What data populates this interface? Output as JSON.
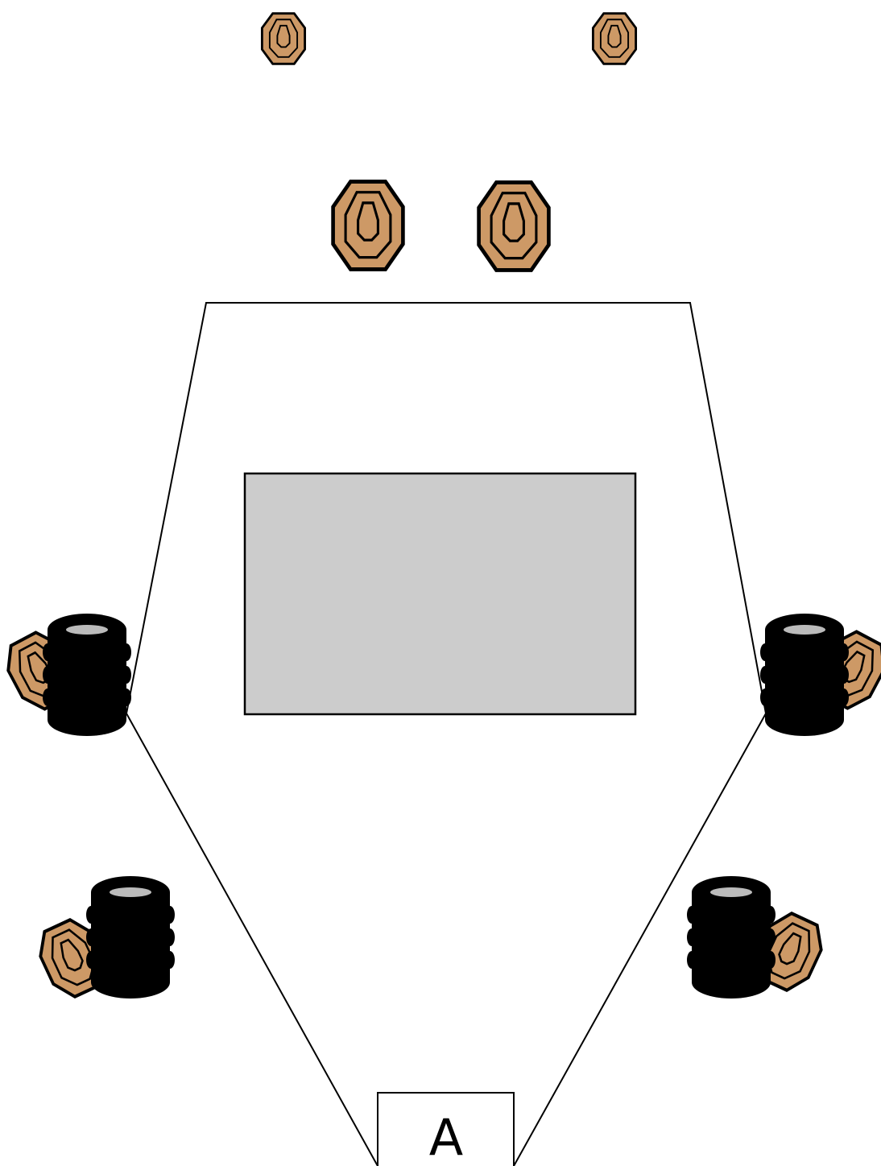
{
  "stage": {
    "start_box": {
      "label": "A"
    }
  },
  "colors": {
    "background": "#ffffff",
    "target_fill": "#cd9966",
    "target_stroke": "#000000",
    "barrel_fill": "#000000",
    "barrel_top": "#bbbbbb",
    "obstacle_fill": "#cccccc",
    "outline": "#000000"
  },
  "icons": {
    "target": "paper-target-icon",
    "barrel_stack": "tire-stack-icon"
  },
  "counts": {
    "standalone_targets": 4,
    "barrel_positions": 4
  }
}
